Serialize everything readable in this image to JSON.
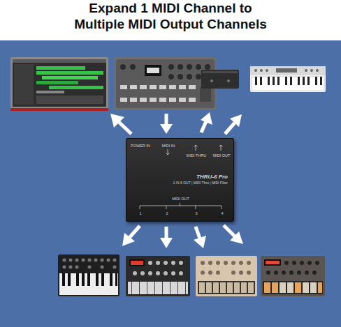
{
  "diagram": {
    "title": "Expand 1 MIDI Channel to Multiple MIDI Output Channels",
    "nodes": [
      {
        "text": [
          "POWER IN",
          "MIDI IN",
          "MIDI THRU",
          "MIDI OUT",
          "THRU-6 Pro",
          "1 IN 6 OUT | MIDI Thru | MIDI Filter",
          "MIDI OUT",
          "1",
          "2",
          "3",
          "4"
        ]
      }
    ]
  }
}
